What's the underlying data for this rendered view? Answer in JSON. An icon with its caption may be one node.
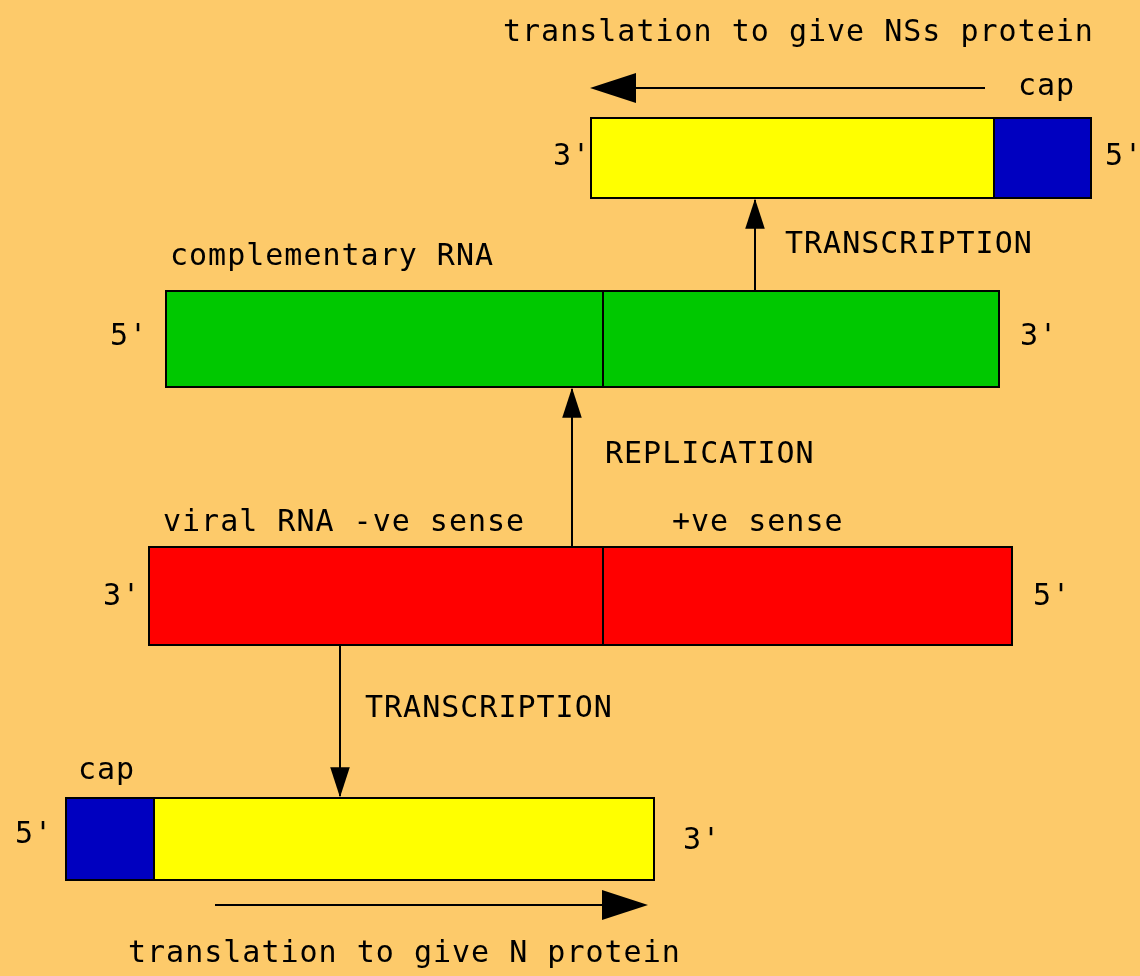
{
  "diagram": {
    "nodes": [
      {
        "text": [],
        "shape": "bar",
        "beside": [
          "cap",
          "3'",
          "5'"
        ]
      },
      {
        "text": [],
        "shape": "bar",
        "beside": [
          "complementary RNA",
          "5'",
          "3'"
        ]
      },
      {
        "text": [],
        "shape": "bar",
        "beside": [
          "viral RNA -ve sense",
          "+ve sense",
          "3'",
          "5'"
        ]
      },
      {
        "text": [],
        "shape": "bar",
        "beside": [
          "cap",
          "5'",
          "3'"
        ]
      }
    ],
    "edges": [
      {
        "from": 2,
        "to": 1,
        "arrow": "to",
        "label": "REPLICATION"
      },
      {
        "from": 1,
        "to": 0,
        "arrow": "to",
        "label": "TRANSCRIPTION"
      },
      {
        "from": 2,
        "to": 3,
        "arrow": "to",
        "label": "TRANSCRIPTION"
      }
    ],
    "labels": [
      "translation to give NSs protein",
      "translation to give N protein"
    ]
  }
}
